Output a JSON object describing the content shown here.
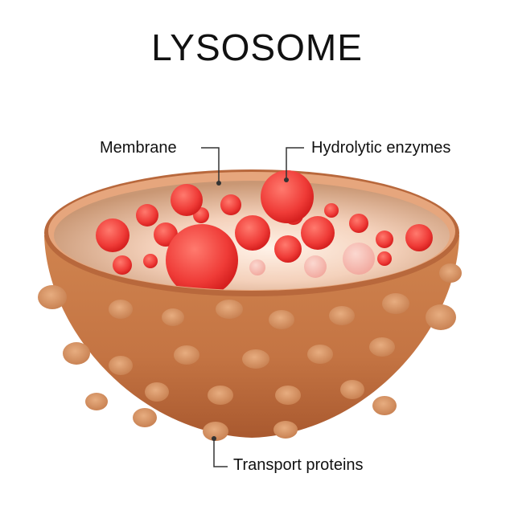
{
  "title": "LYSOSOME",
  "labels": {
    "membrane": "Membrane",
    "hydrolytic_enzymes": "Hydrolytic enzymes",
    "transport_proteins": "Transport proteins"
  },
  "colors": {
    "shell": "#c97a4a",
    "shell_dark": "#a85a30",
    "bump": "#dc9a6a",
    "interior": "#f4d6c3",
    "enzyme": "#ef3a3a",
    "leader": "#333333"
  }
}
